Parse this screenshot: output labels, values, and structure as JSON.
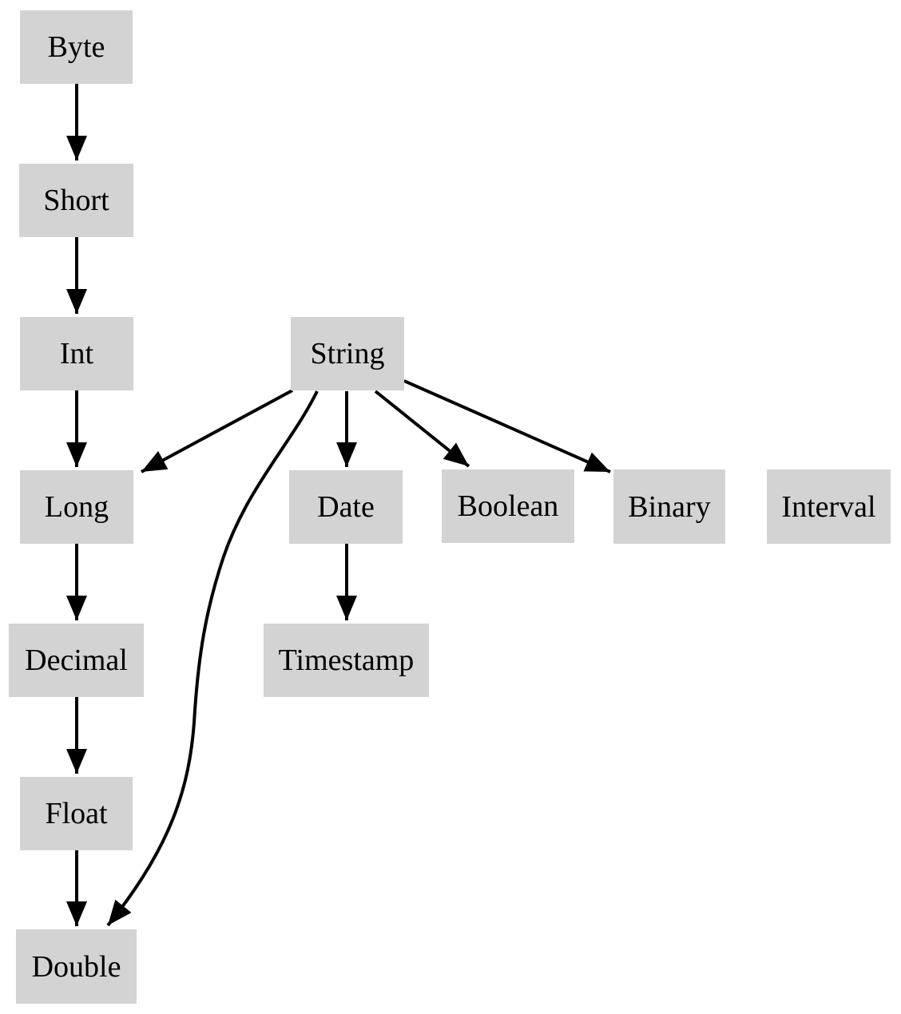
{
  "diagram": {
    "kind": "directed-graph",
    "nodes": {
      "byte": {
        "label": "Byte"
      },
      "short": {
        "label": "Short"
      },
      "int": {
        "label": "Int"
      },
      "string": {
        "label": "String"
      },
      "long": {
        "label": "Long"
      },
      "date": {
        "label": "Date"
      },
      "boolean": {
        "label": "Boolean"
      },
      "binary": {
        "label": "Binary"
      },
      "interval": {
        "label": "Interval"
      },
      "decimal": {
        "label": "Decimal"
      },
      "timestamp": {
        "label": "Timestamp"
      },
      "float": {
        "label": "Float"
      },
      "double": {
        "label": "Double"
      }
    },
    "edges": [
      {
        "from": "Byte",
        "to": "Short"
      },
      {
        "from": "Short",
        "to": "Int"
      },
      {
        "from": "Int",
        "to": "Long"
      },
      {
        "from": "Long",
        "to": "Decimal"
      },
      {
        "from": "Decimal",
        "to": "Float"
      },
      {
        "from": "Float",
        "to": "Double"
      },
      {
        "from": "String",
        "to": "Long"
      },
      {
        "from": "String",
        "to": "Date"
      },
      {
        "from": "String",
        "to": "Boolean"
      },
      {
        "from": "String",
        "to": "Binary"
      },
      {
        "from": "String",
        "to": "Double"
      },
      {
        "from": "Date",
        "to": "Timestamp"
      }
    ],
    "colors": {
      "node_fill": "#d3d3d3",
      "edge": "#000000",
      "text": "#000000",
      "background": "#ffffff"
    }
  }
}
